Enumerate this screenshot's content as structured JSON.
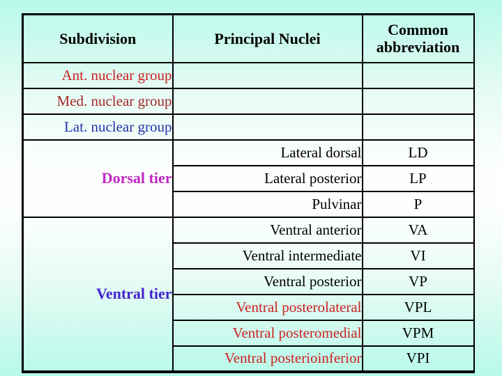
{
  "slide": {
    "background_top": "#b7fae8",
    "background_middle": "#fdfffe",
    "background_bottom": "#b7fae8"
  },
  "table": {
    "columns": [
      "Subdivision",
      "Principal Nuclei",
      "Common abbreviation"
    ],
    "group_rows": [
      {
        "label": "Ant. nuclear group",
        "color": "#cc2222"
      },
      {
        "label": "Med. nuclear group",
        "color": "#a52a2a"
      },
      {
        "label": "Lat. nuclear group",
        "color": "#2233aa"
      }
    ],
    "tiers": [
      {
        "label": "Dorsal tier",
        "color": "#c226c2",
        "nuclei": [
          {
            "name": "Lateral dorsal",
            "abbr": "LD",
            "color": "#000000"
          },
          {
            "name": "Lateral posterior",
            "abbr": "LP",
            "color": "#000000"
          },
          {
            "name": "Pulvinar",
            "abbr": "P",
            "color": "#000000"
          }
        ]
      },
      {
        "label": "Ventral tier",
        "color": "#4424cc",
        "nuclei": [
          {
            "name": "Ventral anterior",
            "abbr": "VA",
            "color": "#000000"
          },
          {
            "name": "Ventral intermediate",
            "abbr": "VI",
            "color": "#000000"
          },
          {
            "name": "Ventral posterior",
            "abbr": "VP",
            "color": "#000000"
          },
          {
            "name": "Ventral posterolateral",
            "abbr": "VPL",
            "color": "#cc2222"
          },
          {
            "name": "Ventral posteromedial",
            "abbr": "VPM",
            "color": "#cc2222"
          },
          {
            "name": "Ventral posterioinferior",
            "abbr": "VPI",
            "color": "#cc2222"
          }
        ]
      }
    ]
  }
}
